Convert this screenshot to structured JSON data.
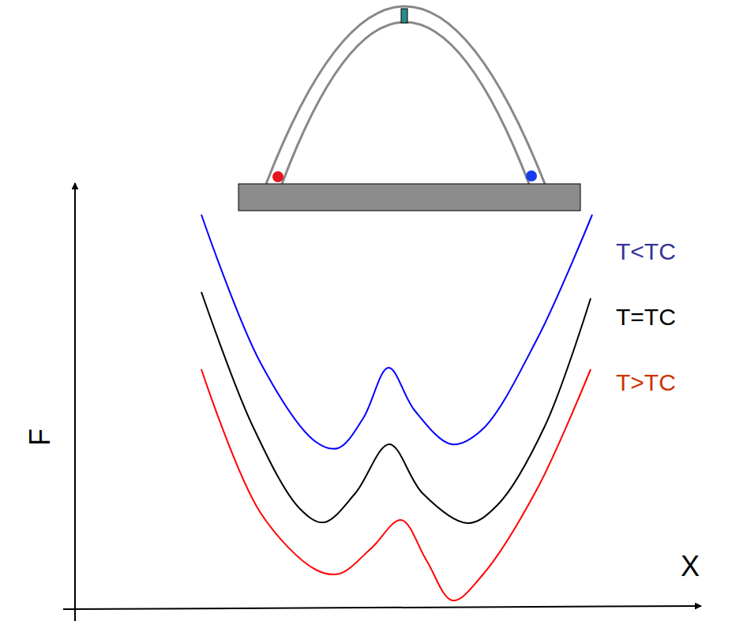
{
  "diagram": {
    "labels": [
      "T<TC",
      "T=TC",
      "T>TC",
      "F",
      "X"
    ]
  }
}
